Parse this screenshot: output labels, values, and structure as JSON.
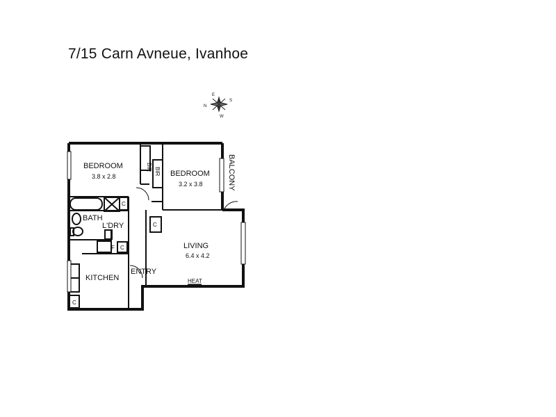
{
  "title": "7/15 Carn Avneue, Ivanhoe",
  "compass": {
    "n": "N",
    "s": "S",
    "e": "E",
    "w": "W"
  },
  "rooms": {
    "bedroom1": {
      "name": "BEDROOM",
      "dims": "3.8 x 2.8"
    },
    "bedroom2": {
      "name": "BEDROOM",
      "dims": "3.2 x 3.8"
    },
    "living": {
      "name": "LIVING",
      "dims": "6.4 x 4.2"
    },
    "bir1": "BIR",
    "bir2": "BIR",
    "balcony": "BALCONY",
    "bath": "BATH",
    "laundry": "L'DRY",
    "kitchen": "KITCHEN",
    "entry": "ENTRY",
    "heat": "HEAT",
    "c_upper": "C",
    "c_hall": "C",
    "c_living": "C",
    "c_kitchen": "C",
    "f_fridge": "F"
  }
}
